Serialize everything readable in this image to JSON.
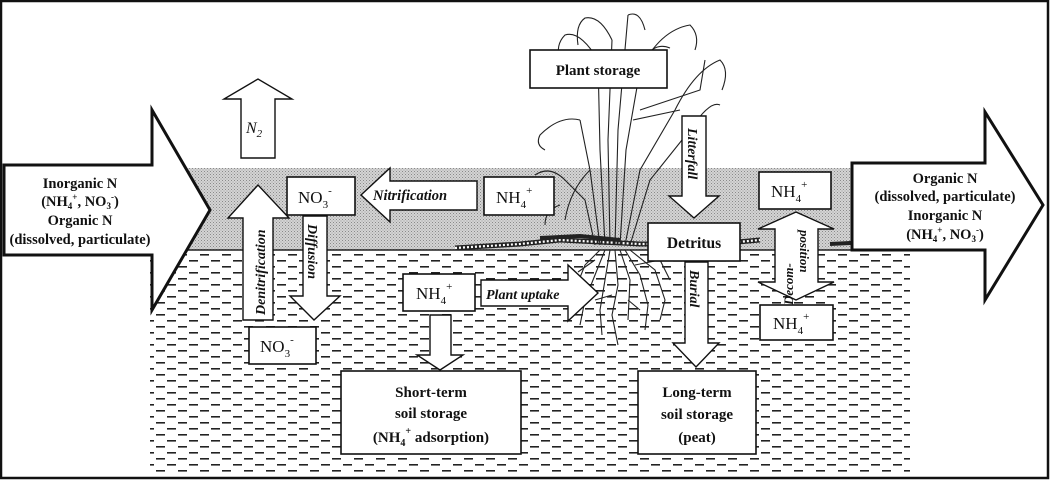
{
  "diagram": {
    "title": "Wetland nitrogen cycle",
    "zones": {
      "water_column": "surface water (stippled gray)",
      "soil": "soil / sediment (dashed hatch)"
    },
    "colors": {
      "background": "#ffffff",
      "water": "#c8c8c8",
      "outline": "#111111"
    },
    "inflow": {
      "lines": [
        "Inorganic N",
        "(NH4+, NO3-)",
        "Organic N",
        "(dissolved, particulate)"
      ],
      "line1": "Inorganic N",
      "line2_a": "(NH",
      "line2_b": "4",
      "line2_c": "+",
      "line2_d": ", NO",
      "line2_e": "3",
      "line2_f": "-",
      "line2_g": ")",
      "line3": "Organic N",
      "line4": "(dissolved, particulate)"
    },
    "outflow": {
      "line1": "Organic N",
      "line2": "(dissolved, particulate)",
      "line3": "Inorganic N",
      "line4_a": "(NH",
      "line4_b": "4",
      "line4_c": "+",
      "line4_d": ", NO",
      "line4_e": "3",
      "line4_f": "-",
      "line4_g": ")"
    },
    "n2": {
      "base": "N",
      "sub": "2"
    },
    "boxes": {
      "no3_water": {
        "base": "NO",
        "sub": "3",
        "sup": "-"
      },
      "nh4_water": {
        "base": "NH",
        "sub": "4",
        "sup": "+"
      },
      "nh4_decomp_top": {
        "base": "NH",
        "sub": "4",
        "sup": "+"
      },
      "no3_soil": {
        "base": "NO",
        "sub": "3",
        "sup": "-"
      },
      "nh4_soil": {
        "base": "NH",
        "sub": "4",
        "sup": "+"
      },
      "nh4_decomp_bottom": {
        "base": "NH",
        "sub": "4",
        "sup": "+"
      },
      "plant_storage": "Plant storage",
      "detritus": "Detritus",
      "short_term": {
        "line1": "Short-term",
        "line2": "soil storage",
        "line3_a": "(NH",
        "line3_b": "4",
        "line3_c": "+",
        "line3_d": " adsorption)"
      },
      "long_term": {
        "line1": "Long-term",
        "line2": "soil storage",
        "line3": "(peat)"
      }
    },
    "processes": {
      "nitrification": "Nitrification",
      "denitrification": "Denitrification",
      "diffusion": "Diffusion",
      "plant_uptake": "Plant uptake",
      "litterfall": "Litterfall",
      "burial": "Burial",
      "decomposition_1": "Decom-",
      "decomposition_2": "position"
    }
  }
}
